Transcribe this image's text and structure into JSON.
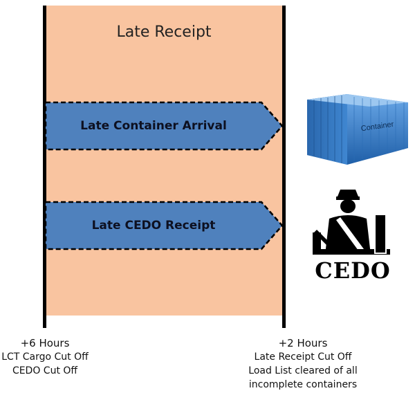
{
  "window": {
    "title": "Late Receipt"
  },
  "arrows": [
    {
      "label": "Late Container Arrival"
    },
    {
      "label": "Late CEDO Receipt"
    }
  ],
  "left_marker": {
    "time": "+6 Hours",
    "lines": [
      "LCT Cargo Cut Off",
      "CEDO Cut Off"
    ]
  },
  "right_marker": {
    "time": "+2 Hours",
    "lines": [
      "Late Receipt Cut Off",
      "Load List cleared of all",
      "incomplete containers"
    ]
  },
  "icons": {
    "container": {
      "name": "shipping-container-icon",
      "label": "Container",
      "color": "#3f7fc6"
    },
    "cedo": {
      "name": "officer-desk-icon",
      "label": "CEDO"
    }
  },
  "colors": {
    "window_fill": "#f9c4a0",
    "arrow_fill": "#4f81bd",
    "line": "#000000"
  }
}
